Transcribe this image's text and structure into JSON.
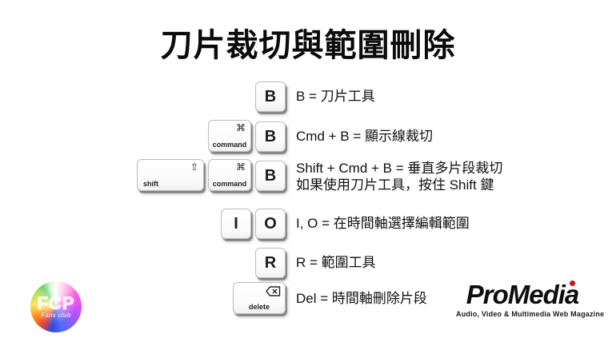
{
  "title": "刀片裁切與範圍刪除",
  "keys": {
    "b": "B",
    "i": "I",
    "o": "O",
    "r": "R",
    "command": {
      "glyph": "⌘",
      "label": "command"
    },
    "shift": {
      "glyph": "⇧",
      "label": "shift"
    },
    "delete": {
      "glyph": "backspace-icon",
      "label": "delete"
    }
  },
  "shortcuts": [
    {
      "desc": "B = 刀片工具"
    },
    {
      "desc": "Cmd + B = 顯示線裁切"
    },
    {
      "desc": "Shift + Cmd + B = 垂直多片段裁切",
      "desc2": "如果使用刀片工具，按住 Shift 鍵"
    },
    {
      "desc": "I, O = 在時間軸選擇編輯範圍"
    },
    {
      "desc": "R = 範圍工具"
    },
    {
      "desc": "Del = 時間軸刪除片段"
    }
  ],
  "logos": {
    "fcp": {
      "title": "FCP",
      "subtitle": "Fans club"
    },
    "promedia": {
      "name": "ProMedia",
      "tagline": "Audio, Video & Multimedia Web Magazine",
      "dot_color": "#d11313"
    }
  },
  "colors": {
    "background": "#ffffff",
    "text": "#111111",
    "key_face": "#fcfcfc",
    "key_border": "#bdbdbd"
  }
}
